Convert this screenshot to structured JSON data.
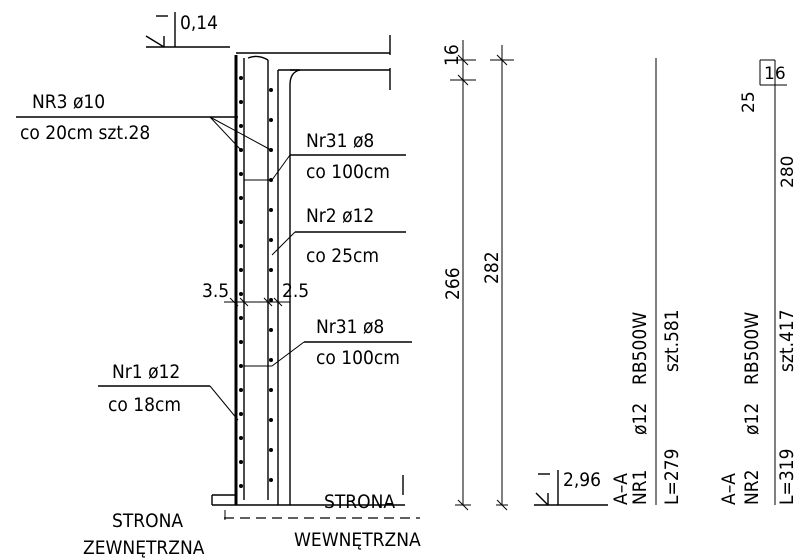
{
  "levels": {
    "top": "0,14",
    "bottom": "2,96"
  },
  "callouts": {
    "nr3": {
      "line1": "NR3 ø10",
      "line2": "co 20cm szt.28"
    },
    "nr31_top": {
      "line1": "Nr31 ø8",
      "line2": "co 100cm"
    },
    "nr2": {
      "line1": "Nr2 ø12",
      "line2": "co 25cm"
    },
    "nr31_bottom": {
      "line1": "Nr31 ø8",
      "line2": "co 100cm"
    },
    "nr1": {
      "line1": "Nr1 ø12",
      "line2": "co 18cm"
    }
  },
  "covers": {
    "left": "3.5",
    "right": "2.5"
  },
  "dimensions": {
    "d16": "16",
    "d266": "266",
    "d282": "282"
  },
  "sides": {
    "outer_1": "STRONA",
    "outer_2": "ZEWNĘTRZNA",
    "inner_1": "STRONA",
    "inner_2": "WEWNĘTRZNA"
  },
  "bars": {
    "nr1": {
      "section": "A–A",
      "name": "NR1",
      "dia": "ø12",
      "steel": "RB500W",
      "length": "L=279",
      "qty": "szt.581"
    },
    "nr2": {
      "section": "A–A",
      "name": "NR2",
      "dia": "ø12",
      "steel": "RB500W",
      "length": "L=319",
      "qty": "szt.417",
      "leg_top": "16",
      "leg_side": "25",
      "leg_main": "280"
    }
  }
}
